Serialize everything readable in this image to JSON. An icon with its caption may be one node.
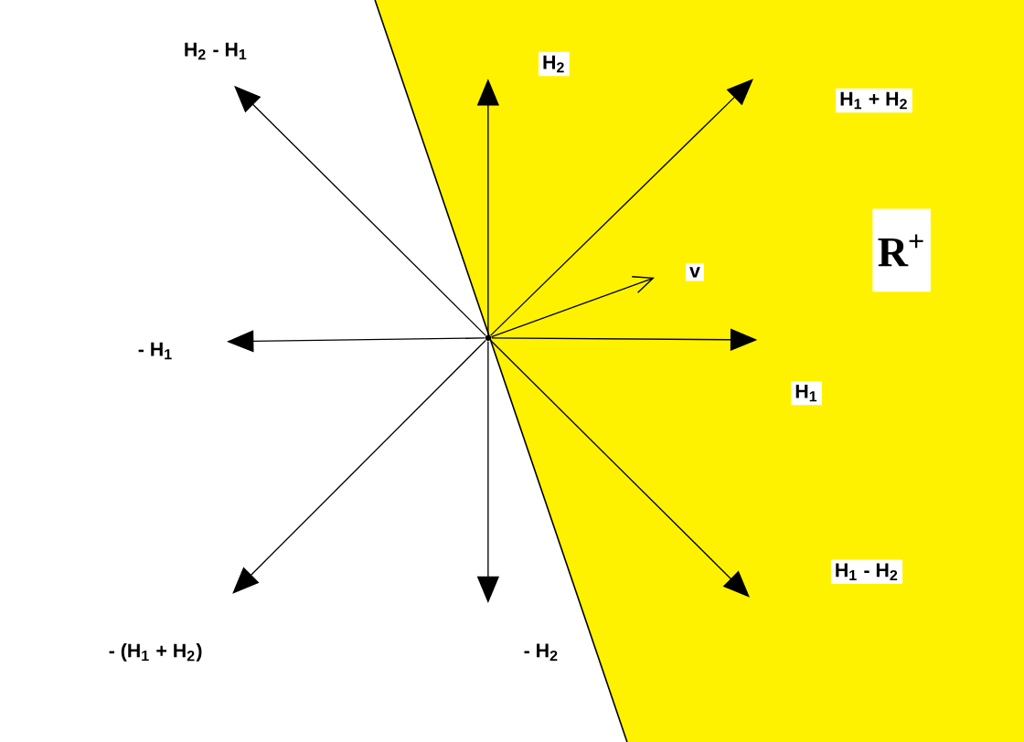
{
  "diagram": {
    "nodes": [
      {
        "text": [],
        "shape": "point"
      },
      {
        "text": [
          "H$_{2}$ - H$_{1}$"
        ]
      },
      {
        "text": [
          "H$_{2}$"
        ]
      },
      {
        "text": [
          "H$_{1}$ + H$_{2}$"
        ]
      },
      {
        "text": [
          "v"
        ]
      },
      {
        "text": [
          "- H$_{1}$"
        ]
      },
      {
        "text": [
          "H$_{1}$"
        ]
      },
      {
        "text": [
          "H$_{1}$ - H$_{2}$"
        ]
      },
      {
        "text": [
          "- (H$_{1}$ + H$_{2}$)"
        ]
      },
      {
        "text": [
          "- H$_{2}$"
        ]
      }
    ],
    "edges": [
      {
        "from": 0,
        "to": 1,
        "arrow": "to"
      },
      {
        "from": 0,
        "to": 2,
        "arrow": "to"
      },
      {
        "from": 0,
        "to": 3,
        "arrow": "to"
      },
      {
        "from": 0,
        "to": 4,
        "arrow": "to"
      },
      {
        "from": 0,
        "to": 5,
        "arrow": "to"
      },
      {
        "from": 0,
        "to": 6,
        "arrow": "to"
      },
      {
        "from": 0,
        "to": 7,
        "arrow": "to"
      },
      {
        "from": 0,
        "to": 8,
        "arrow": "to"
      },
      {
        "from": 0,
        "to": 9,
        "arrow": "to"
      }
    ],
    "labels": [
      "R$^{+}$"
    ]
  }
}
